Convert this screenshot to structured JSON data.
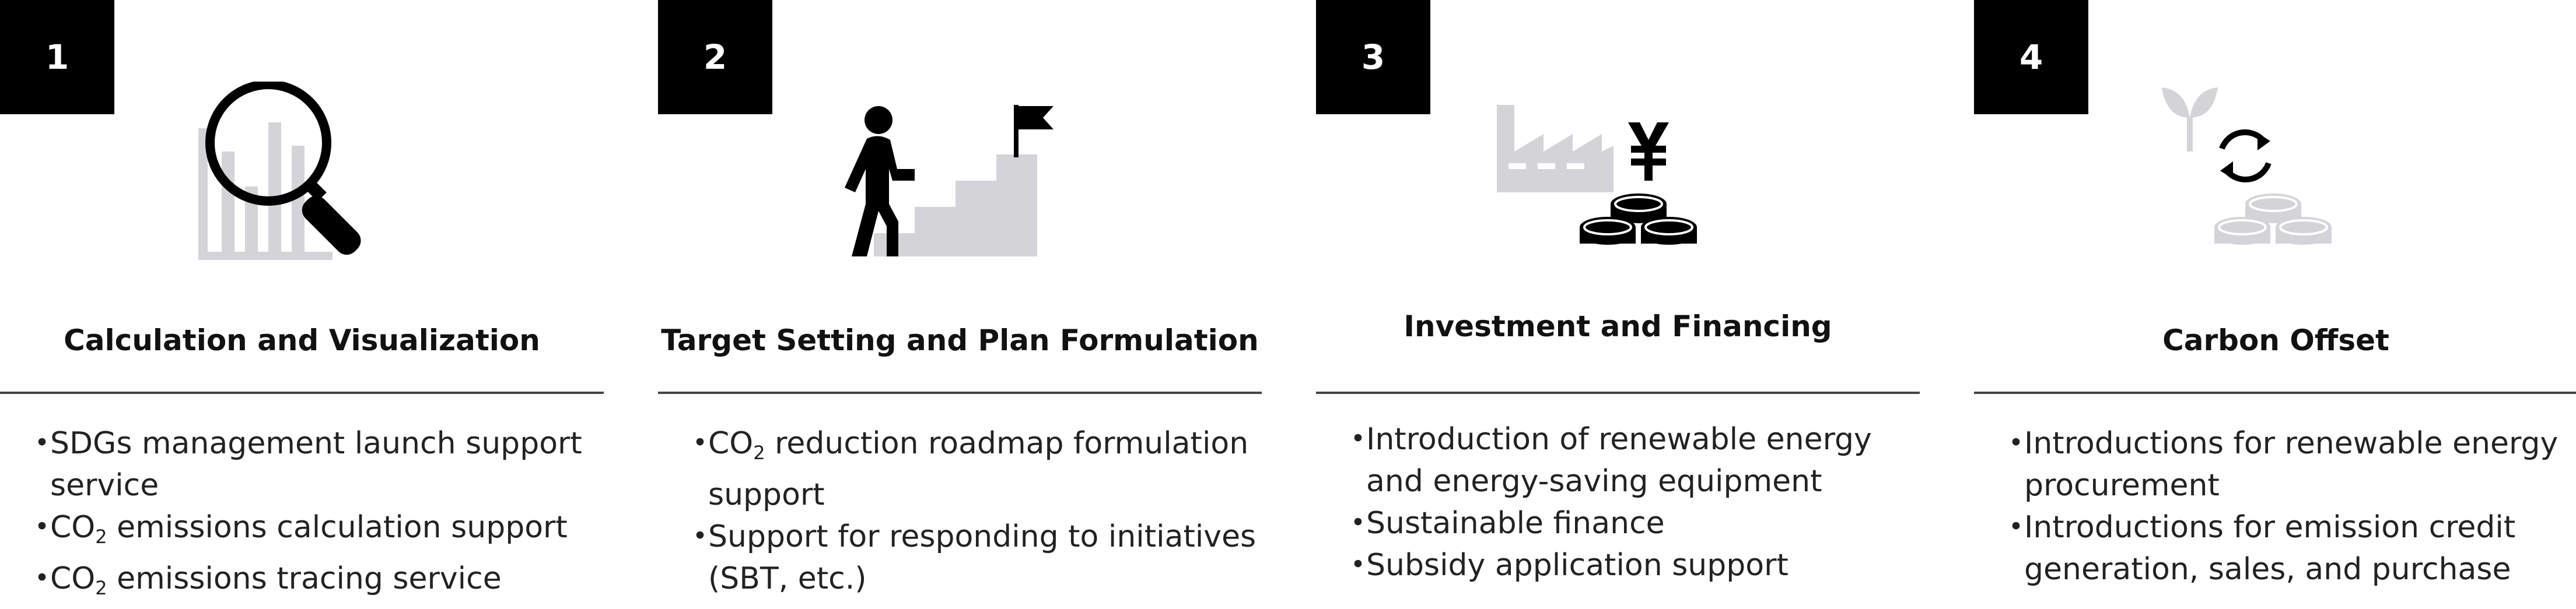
{
  "cards": [
    {
      "number": "1",
      "icon": "magnifier-chart-icon",
      "title": "Calculation and Visualization",
      "bullets": [
        {
          "text": "SDGs management launch support service"
        },
        {
          "pre": "CO",
          "sub": "2",
          "post": " emissions calculation support"
        },
        {
          "pre": "CO",
          "sub": "2",
          "post": " emissions tracing service"
        }
      ]
    },
    {
      "number": "2",
      "icon": "person-climbing-stairs-flag-icon",
      "title": "Target Setting and Plan Formulation",
      "bullets": [
        {
          "pre": "CO",
          "sub": "2",
          "post": " reduction roadmap formulation support"
        },
        {
          "text": "Support for responding to initiatives (SBT, etc.)"
        }
      ]
    },
    {
      "number": "3",
      "icon": "factory-yen-coins-icon",
      "title": "Investment and Financing",
      "bullets": [
        {
          "text": "Introduction of renewable energy and energy-saving equipment"
        },
        {
          "text": "Sustainable finance"
        },
        {
          "text": "Subsidy application support"
        }
      ]
    },
    {
      "number": "4",
      "icon": "sprout-cycle-coins-icon",
      "title": "Carbon Offset",
      "bullets": [
        {
          "text": "Introductions for renewable energy procurement"
        },
        {
          "text": "Introductions for emission credit generation, sales, and purchase"
        }
      ]
    }
  ],
  "colors": {
    "badge": "#000000",
    "icon_dark": "#000000",
    "icon_light": "#d4d4d8",
    "divider": "#444444"
  }
}
